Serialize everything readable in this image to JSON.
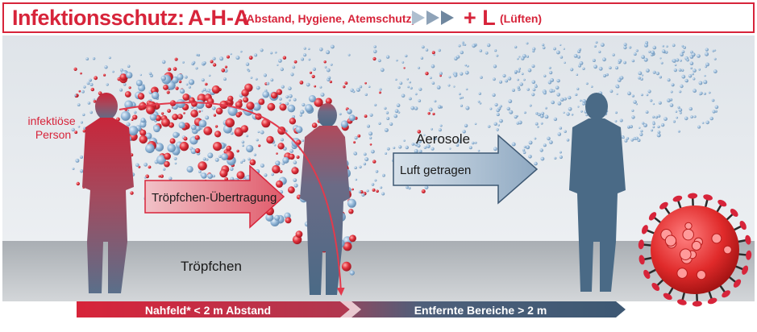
{
  "header": {
    "title": "Infektionsschutz:",
    "aha": "A-H-A",
    "aha_detail": "(Abstand, Hygiene, Atemschutz)",
    "plus_l": "+ L",
    "plus_l_detail": "(Lüften)"
  },
  "scene": {
    "infected_person_label": "infektiöse\nPerson",
    "droplet_transmission_label": "Tröpfchen-Übertragung",
    "droplets_label": "Tröpfchen",
    "aerosols_label": "Aerosole",
    "airborne_label": "Luft getragen"
  },
  "distance_bar": {
    "near_field": "Nahfeld* < 2 m Abstand",
    "far_field": "Entfernte Bereiche > 2 m"
  },
  "colors": {
    "accent_red": "#d7243a",
    "person_blue": "#4a6a86",
    "droplet_red": "#e0313c",
    "aerosol_blue": "#8fb4d6",
    "arrow_blue": "#3d5873"
  }
}
